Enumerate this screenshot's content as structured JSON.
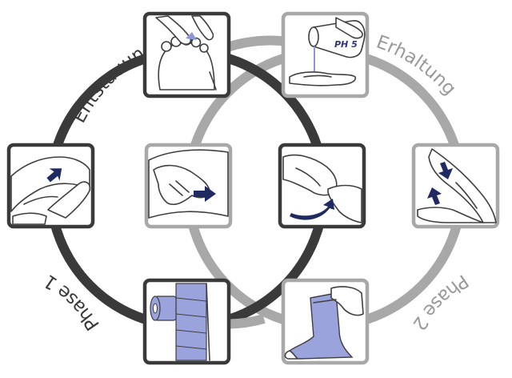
{
  "labels": {
    "top_left": "Entstauung",
    "top_right": "Erhaltung",
    "bottom_left": "Phase 1",
    "bottom_right": "Phase 2",
    "bottle": "PH 5"
  },
  "colors": {
    "dark_ring": "#3a3a3a",
    "light_ring": "#a8a8a8",
    "arrow": "#1f2a63",
    "bandage": "#9aa3dc",
    "bottle_text": "#2a3580",
    "liquid": "#8e96d6"
  },
  "icons": [
    "foot-care-icon",
    "skin-care-bottle-icon",
    "leg-massage-push-icon",
    "lymph-drainage-thigh-icon",
    "circular-massage-icon",
    "leg-exercise-icon",
    "compression-bandage-icon",
    "compression-stocking-icon"
  ]
}
